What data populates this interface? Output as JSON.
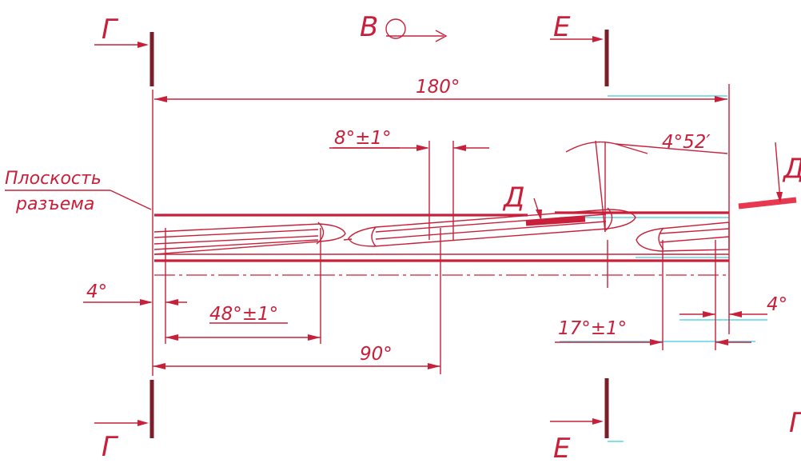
{
  "section_labels": {
    "g_top": "Г",
    "g_bottom": "Г",
    "e_top": "Е",
    "e_bottom": "Е",
    "view_b": "В",
    "view_d": "Д",
    "view_d_right": "Д",
    "right_cut": "Г"
  },
  "dimensions": {
    "total": "180°",
    "gap": "8°±1°",
    "tilt": "4°52′",
    "left_offset": "4°",
    "blade_width": "48°±1°",
    "half": "90°",
    "right_width": "17°±1°",
    "right_offset": "4°"
  },
  "annotations": {
    "plane_line1": "Плоскость",
    "plane_line2": "разъема"
  },
  "colors": {
    "ink": "#c8203a",
    "section_marker": "#7a1e2a",
    "misregistration": "#5fd5e6"
  }
}
